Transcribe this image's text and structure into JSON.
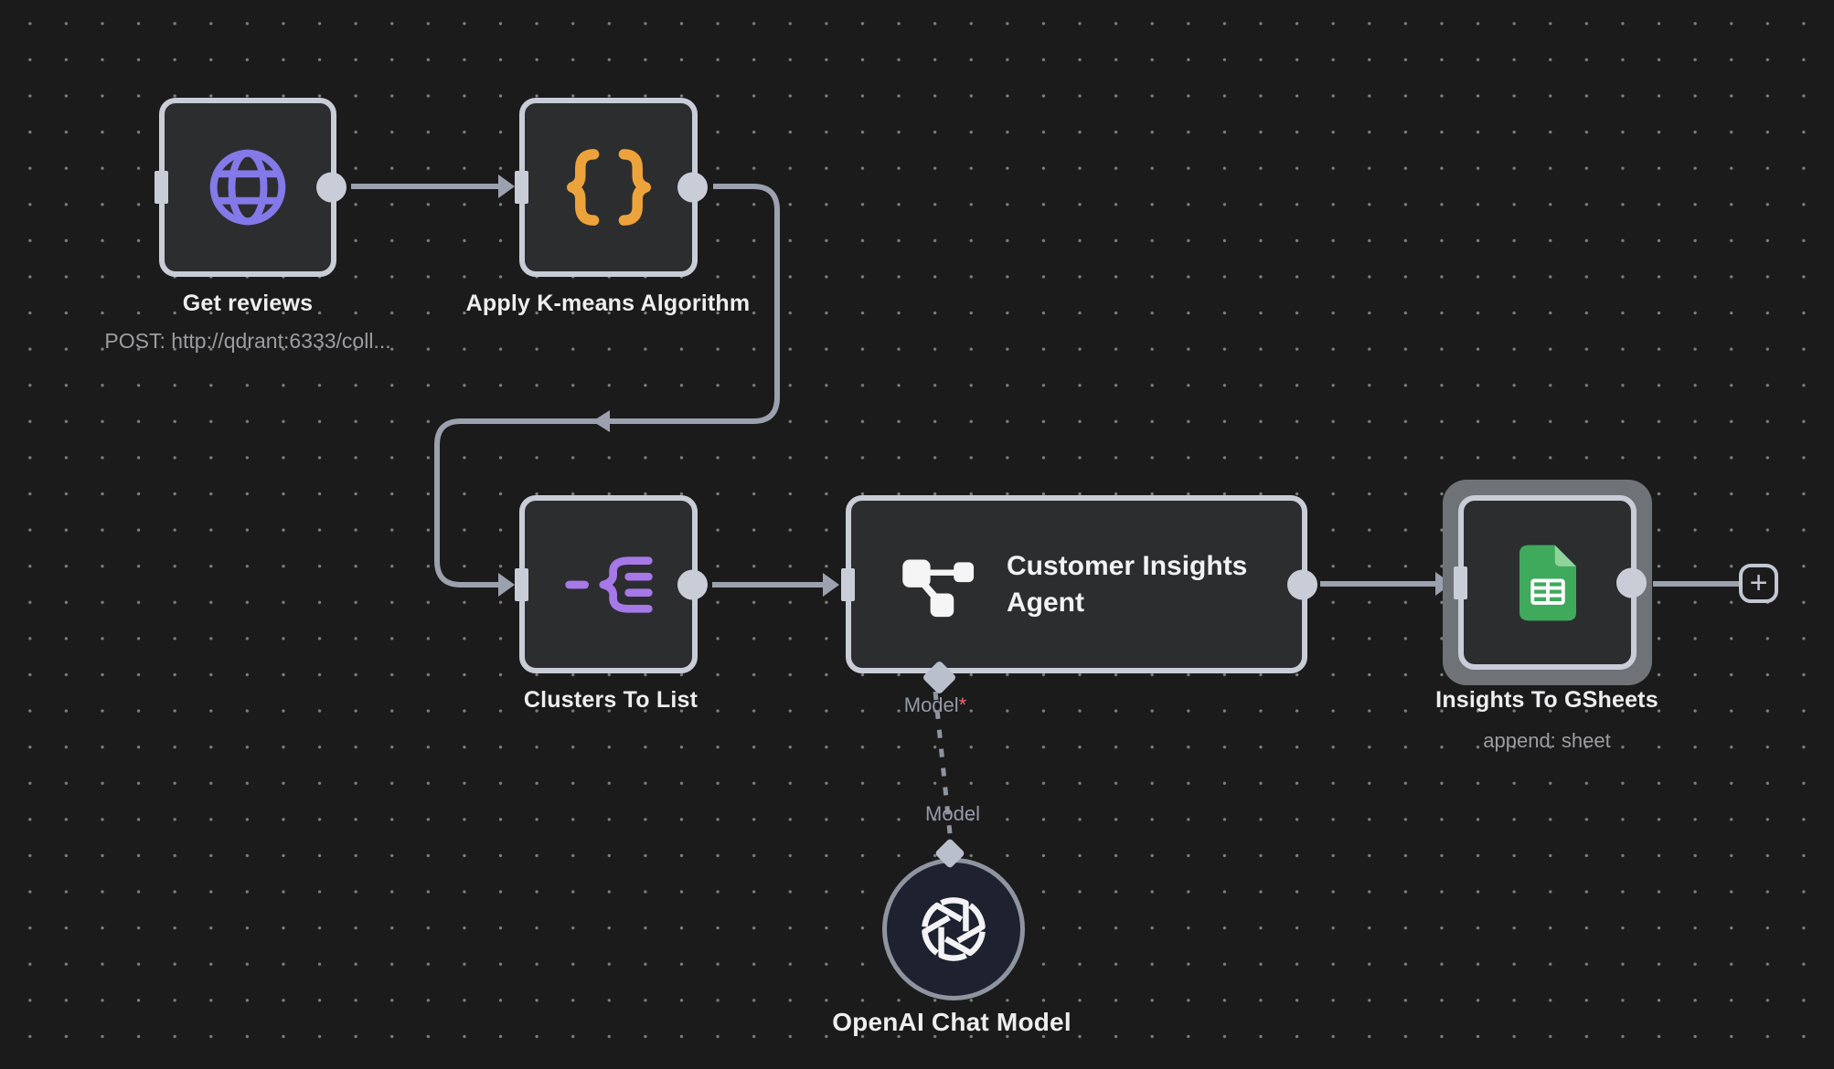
{
  "workflow": {
    "nodes": {
      "get_reviews": {
        "label": "Get reviews",
        "subtitle": "POST: http://qdrant:6333/coll...",
        "icon": "globe-icon",
        "icon_color": "#8379e8"
      },
      "kmeans": {
        "label": "Apply K-means Algorithm",
        "icon": "code-braces-icon",
        "icon_color": "#eda33c"
      },
      "clusters": {
        "label": "Clusters To List",
        "icon": "split-out-icon",
        "icon_color": "#a678e8"
      },
      "agent": {
        "label": "Customer Insights Agent",
        "icon": "ai-agent-icon",
        "icon_color": "#f5f5f6",
        "model_port_label": "Model",
        "model_required_marker": "*"
      },
      "openai": {
        "label": "OpenAI Chat Model",
        "icon": "openai-icon",
        "port_label": "Model"
      },
      "gsheets": {
        "label": "Insights To GSheets",
        "subtitle": "append: sheet",
        "icon": "google-sheets-icon",
        "icon_color": "#3fa95c",
        "selected": true
      }
    },
    "add_button_label": "+",
    "colors": {
      "canvas_bg": "#1b1b1b",
      "node_bg": "#2c2d2f",
      "node_border": "#c9cdd8",
      "connection": "#9ba1ae",
      "label_text": "#eeeef0",
      "subtitle_text": "#9d9da1",
      "port_label_text": "#949aa7",
      "required_asterisk": "#ef6a73",
      "selection_outline": "#6f7378",
      "openai_node_bg": "#1e2130",
      "gsheets_fold": "#8ed49b"
    }
  }
}
